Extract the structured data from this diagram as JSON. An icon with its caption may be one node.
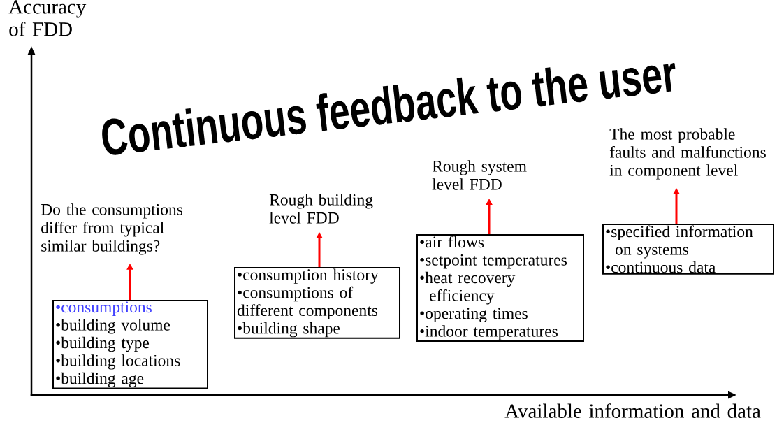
{
  "diagram": {
    "title": "Continuous feedback to the user",
    "nodes": [
      {
        "text": [
          "Do the consumptions differ from typical similar buildings?"
        ]
      },
      {
        "text": [
          "•consumptions",
          "•building volume",
          "•building type",
          "•building locations",
          "•building age"
        ]
      },
      {
        "text": [
          "Rough building level FDD"
        ]
      },
      {
        "text": [
          "•consumption history",
          "•consumptions of different components",
          "•building shape"
        ]
      },
      {
        "text": [
          "Rough system level FDD"
        ]
      },
      {
        "text": [
          "•air flows",
          "•setpoint temperatures",
          "•heat recovery efficiency",
          "•operating times",
          "•indoor temperatures"
        ]
      },
      {
        "text": [
          "The most probable faults and malfunctions in component level"
        ]
      },
      {
        "text": [
          "•specified information on systems",
          "•continuous data"
        ]
      }
    ],
    "edges": [
      {
        "from": 1,
        "to": 0,
        "arrow": "to",
        "color": "#ff0000"
      },
      {
        "from": 3,
        "to": 2,
        "arrow": "to",
        "color": "#ff0000"
      },
      {
        "from": 5,
        "to": 4,
        "arrow": "to",
        "color": "#ff0000"
      },
      {
        "from": 7,
        "to": 6,
        "arrow": "to",
        "color": "#ff0000"
      }
    ],
    "labels": [
      "Accuracy of FDD",
      "Available information and data"
    ]
  }
}
